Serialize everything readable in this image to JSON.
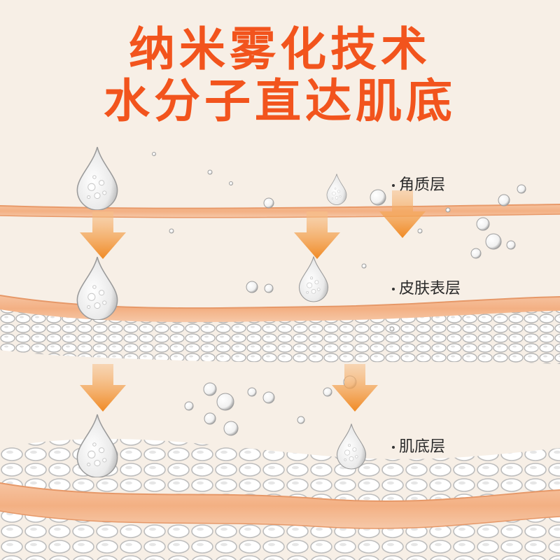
{
  "title": {
    "line1": "纳米雾化技术",
    "line2": "水分子直达肌底"
  },
  "layers": [
    {
      "id": "stratum-corneum",
      "label": "角质层"
    },
    {
      "id": "epidermis",
      "label": "皮肤表层"
    },
    {
      "id": "dermis",
      "label": "肌底层"
    }
  ],
  "colors": {
    "background": "#f7efe6",
    "title": "#f2541d",
    "accent_orange": "#f39a3d",
    "layer_band": "#f3b487",
    "cell_fill": "#ffffff",
    "cell_stroke": "#b9b9b9"
  },
  "icons": [
    "water-drop-icon",
    "down-arrow-icon",
    "bubble-icon"
  ]
}
